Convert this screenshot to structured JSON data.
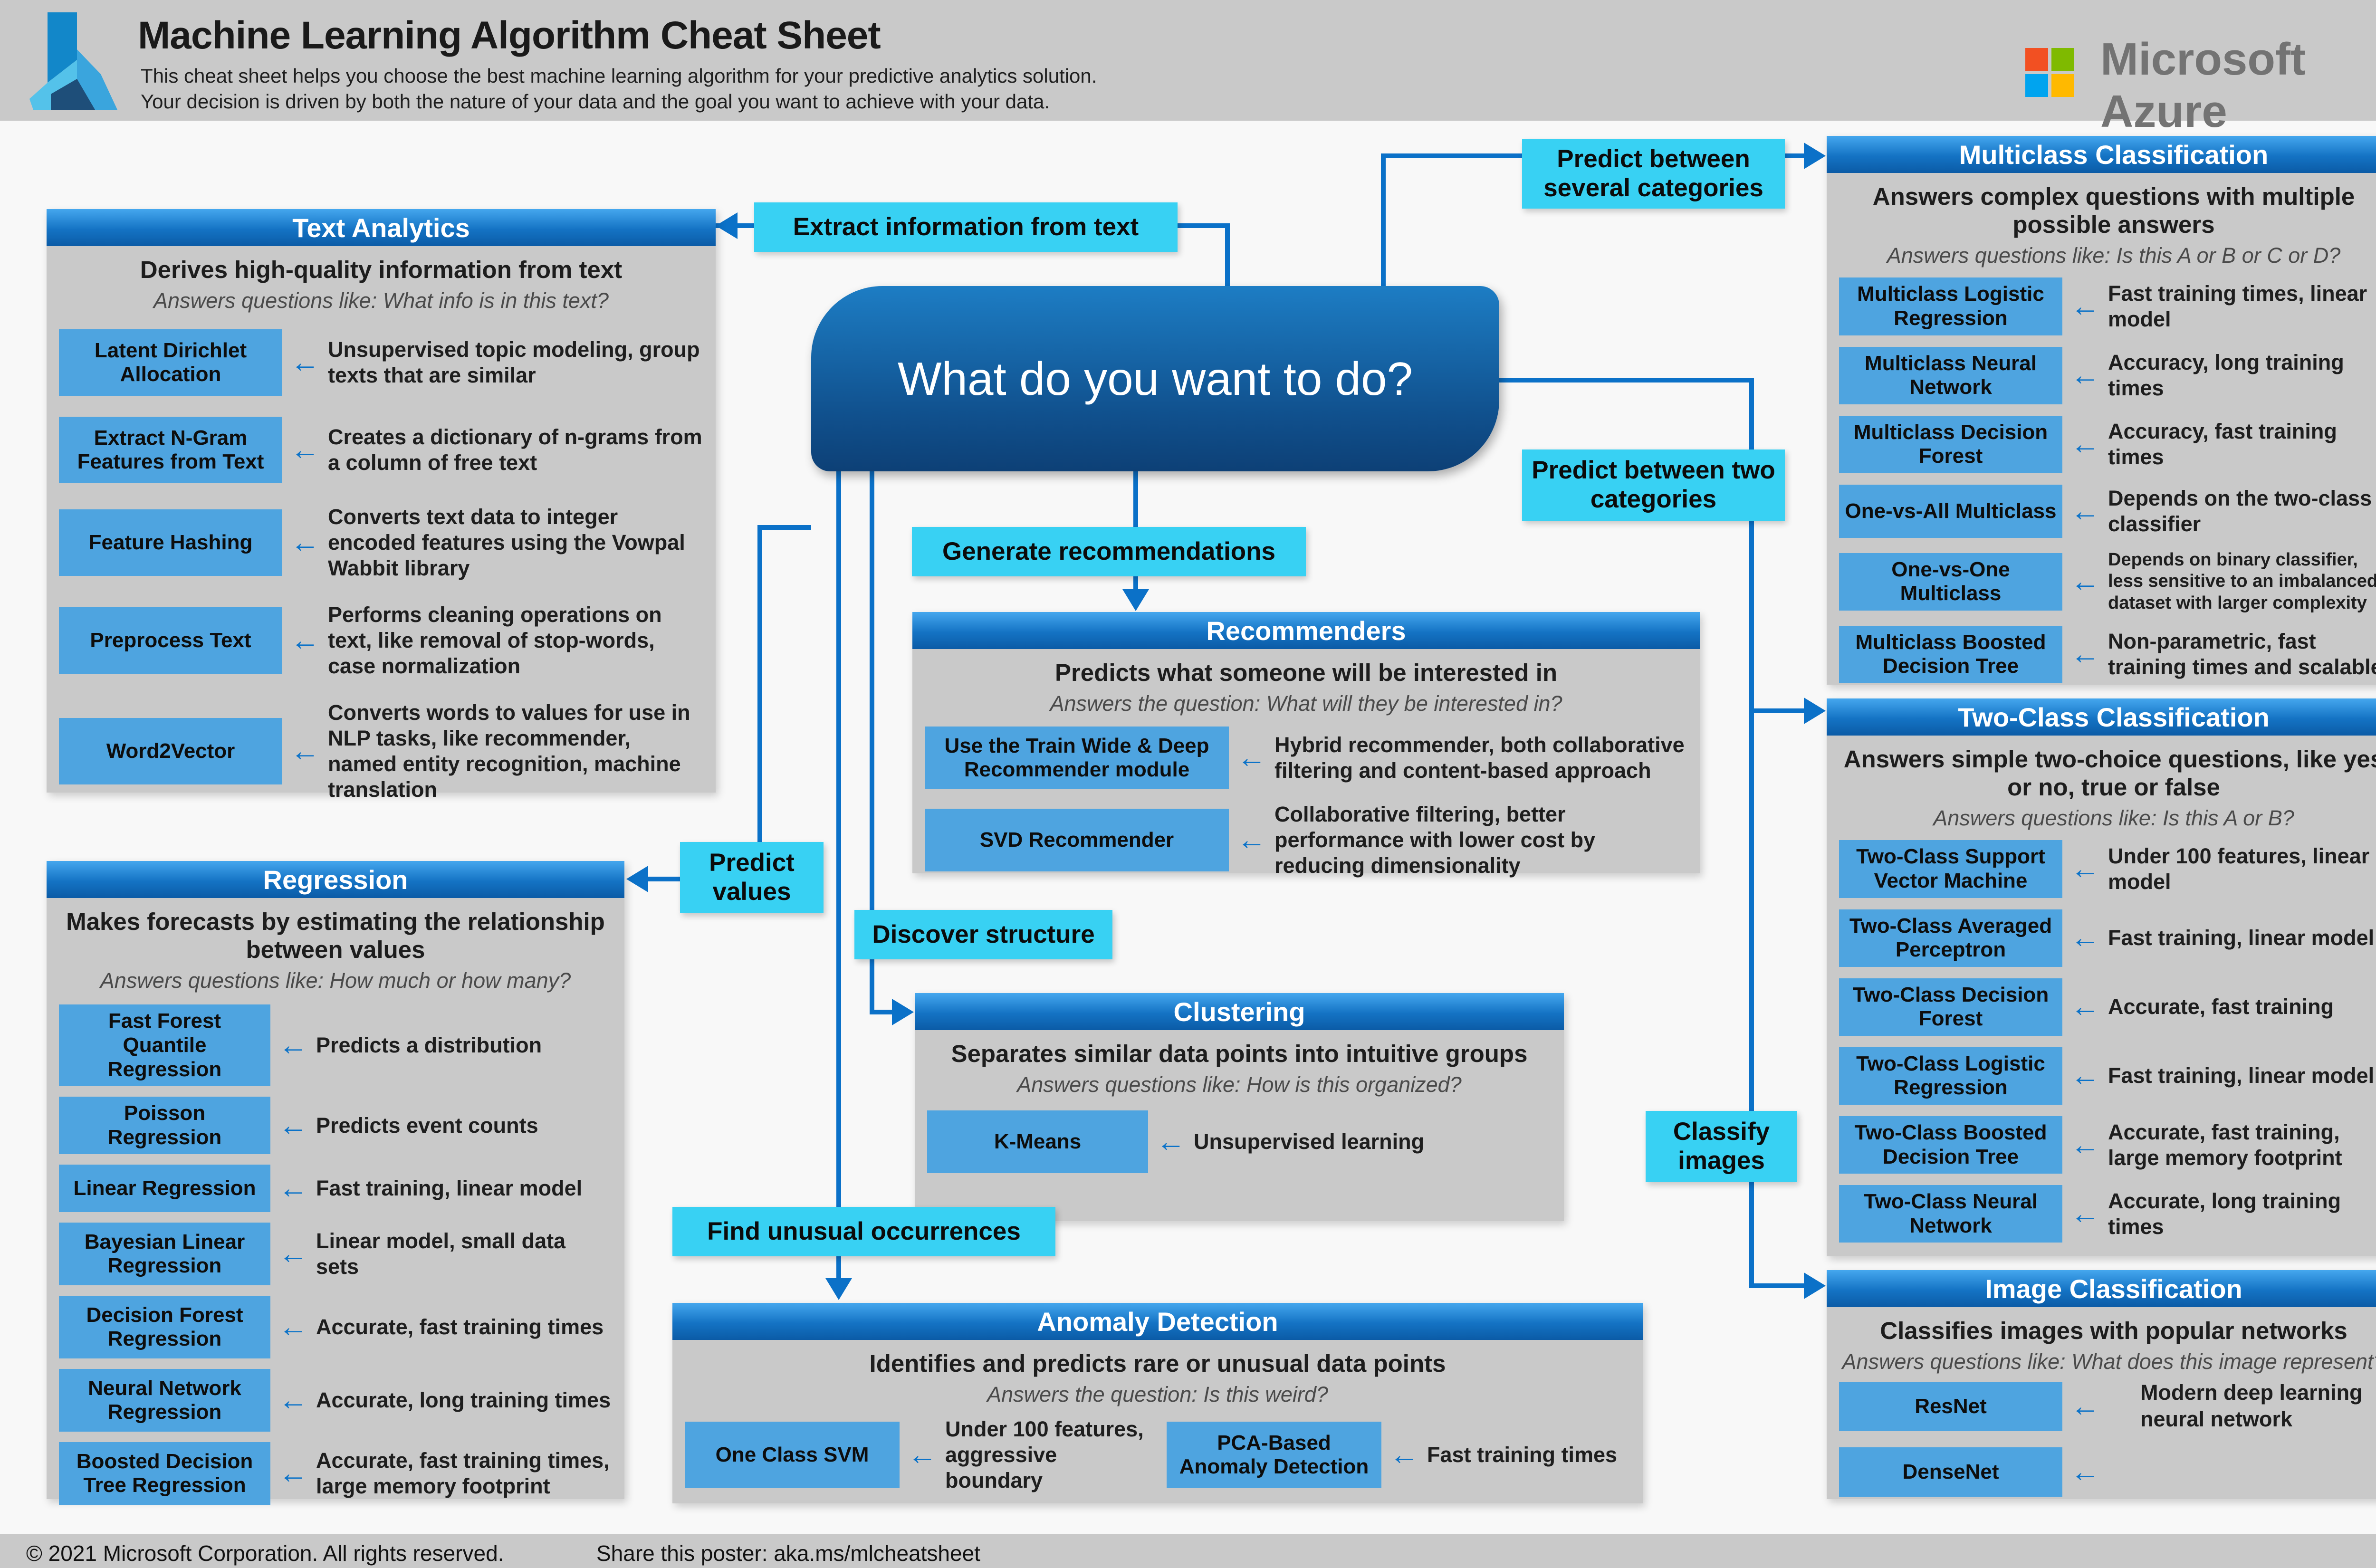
{
  "header": {
    "title": "Machine Learning Algorithm Cheat Sheet",
    "subtitle_line1": "This cheat sheet helps you choose the best machine learning algorithm for your predictive analytics solution.",
    "subtitle_line2": "Your decision is driven by both the nature of your data and the goal you want to achieve with your data.",
    "brand": "Microsoft Azure"
  },
  "center_node": {
    "question": "What do you want to do?"
  },
  "decision_labels": {
    "extract_text": "Extract information from text",
    "predict_several": "Predict between several categories",
    "predict_two": "Predict between two categories",
    "generate_recommendations": "Generate recommendations",
    "predict_values": "Predict values",
    "discover_structure": "Discover structure",
    "find_unusual": "Find unusual occurrences",
    "classify_images": "Classify images"
  },
  "panels": {
    "text_analytics": {
      "title": "Text Analytics",
      "desc": "Derives high-quality information from text",
      "hint": "Answers questions like: What info is in this text?",
      "items": [
        {
          "name": "Latent Dirichlet Allocation",
          "desc": "Unsupervised topic modeling, group texts that are similar"
        },
        {
          "name": "Extract N-Gram Features from Text",
          "desc": "Creates a dictionary of n-grams from a column of free text"
        },
        {
          "name": "Feature Hashing",
          "desc": "Converts text data to integer encoded features using the Vowpal Wabbit library"
        },
        {
          "name": "Preprocess Text",
          "desc": "Performs cleaning operations on text, like removal of stop-words, case normalization"
        },
        {
          "name": "Word2Vector",
          "desc": "Converts words to values for use in NLP tasks, like recommender, named entity recognition, machine translation"
        }
      ]
    },
    "regression": {
      "title": "Regression",
      "desc": "Makes forecasts by estimating the relationship between values",
      "hint": "Answers questions like: How much or how many?",
      "items": [
        {
          "name": "Fast Forest Quantile Regression",
          "desc": "Predicts a distribution"
        },
        {
          "name": "Poisson Regression",
          "desc": "Predicts event counts"
        },
        {
          "name": "Linear Regression",
          "desc": "Fast training, linear model"
        },
        {
          "name": "Bayesian Linear Regression",
          "desc": "Linear model, small data sets"
        },
        {
          "name": "Decision Forest Regression",
          "desc": "Accurate, fast training times"
        },
        {
          "name": "Neural Network Regression",
          "desc": "Accurate, long training times"
        },
        {
          "name": "Boosted Decision Tree Regression",
          "desc": "Accurate, fast training times, large memory footprint"
        }
      ]
    },
    "recommenders": {
      "title": "Recommenders",
      "desc": "Predicts what someone will be interested in",
      "hint": "Answers the question: What will they be interested in?",
      "items": [
        {
          "name": "Use the Train Wide & Deep Recommender module",
          "desc": "Hybrid recommender, both collaborative filtering and content-based approach"
        },
        {
          "name": "SVD Recommender",
          "desc": "Collaborative filtering, better performance with lower cost by reducing dimensionality"
        }
      ]
    },
    "clustering": {
      "title": "Clustering",
      "desc": "Separates similar data points into intuitive groups",
      "hint": "Answers questions like: How is this organized?",
      "items": [
        {
          "name": "K-Means",
          "desc": "Unsupervised learning"
        }
      ]
    },
    "anomaly_detection": {
      "title": "Anomaly Detection",
      "desc": "Identifies and predicts rare or unusual data points",
      "hint": "Answers the question: Is this weird?",
      "items": [
        {
          "name": "One Class SVM",
          "desc": "Under 100 features, aggressive boundary"
        },
        {
          "name": "PCA-Based Anomaly Detection",
          "desc": "Fast training times"
        }
      ]
    },
    "multiclass_classification": {
      "title": "Multiclass Classification",
      "desc": "Answers complex questions with multiple possible answers",
      "hint": "Answers questions like: Is this A or B or C or D?",
      "items": [
        {
          "name": "Multiclass Logistic Regression",
          "desc": "Fast training times, linear model"
        },
        {
          "name": "Multiclass Neural Network",
          "desc": "Accuracy, long training times"
        },
        {
          "name": "Multiclass Decision Forest",
          "desc": "Accuracy, fast training times"
        },
        {
          "name": "One-vs-All Multiclass",
          "desc": "Depends on the two-class classifier"
        },
        {
          "name": "One-vs-One Multiclass",
          "desc": "Depends on binary classifier, less sensitive to an imbalanced dataset with larger complexity"
        },
        {
          "name": "Multiclass Boosted Decision Tree",
          "desc": "Non-parametric, fast training times and scalable"
        }
      ]
    },
    "two_class_classification": {
      "title": "Two-Class Classification",
      "desc": "Answers simple two-choice questions, like yes or no, true or false",
      "hint": "Answers questions like: Is this A or B?",
      "items": [
        {
          "name": "Two-Class Support Vector Machine",
          "desc": "Under 100 features, linear model"
        },
        {
          "name": "Two-Class Averaged Perceptron",
          "desc": "Fast training, linear model"
        },
        {
          "name": "Two-Class Decision Forest",
          "desc": "Accurate, fast training"
        },
        {
          "name": "Two-Class Logistic Regression",
          "desc": "Fast training, linear model"
        },
        {
          "name": "Two-Class Boosted Decision Tree",
          "desc": "Accurate, fast training, large memory footprint"
        },
        {
          "name": "Two-Class Neural Network",
          "desc": "Accurate, long training times"
        }
      ]
    },
    "image_classification": {
      "title": "Image Classification",
      "desc": "Classifies images with popular networks",
      "hint": "Answers questions like: What does this image represent?",
      "shared_desc": "Modern deep learning neural network",
      "items": [
        {
          "name": "ResNet"
        },
        {
          "name": "DenseNet"
        }
      ]
    }
  },
  "footer": {
    "copyright": "© 2021 Microsoft Corporation. All rights reserved.",
    "share": "Share this poster: aka.ms/mlcheatsheet"
  },
  "colors": {
    "panel_header_blue": "#1473c4",
    "chip_blue": "#4ea4e0",
    "tag_cyan": "#38d1f3",
    "connector_blue": "#0b71c8",
    "node_blue_dark": "#0d4076",
    "ms_red": "#f25022",
    "ms_green": "#7fba00",
    "ms_blue": "#00a4ef",
    "ms_yellow": "#ffb900"
  }
}
